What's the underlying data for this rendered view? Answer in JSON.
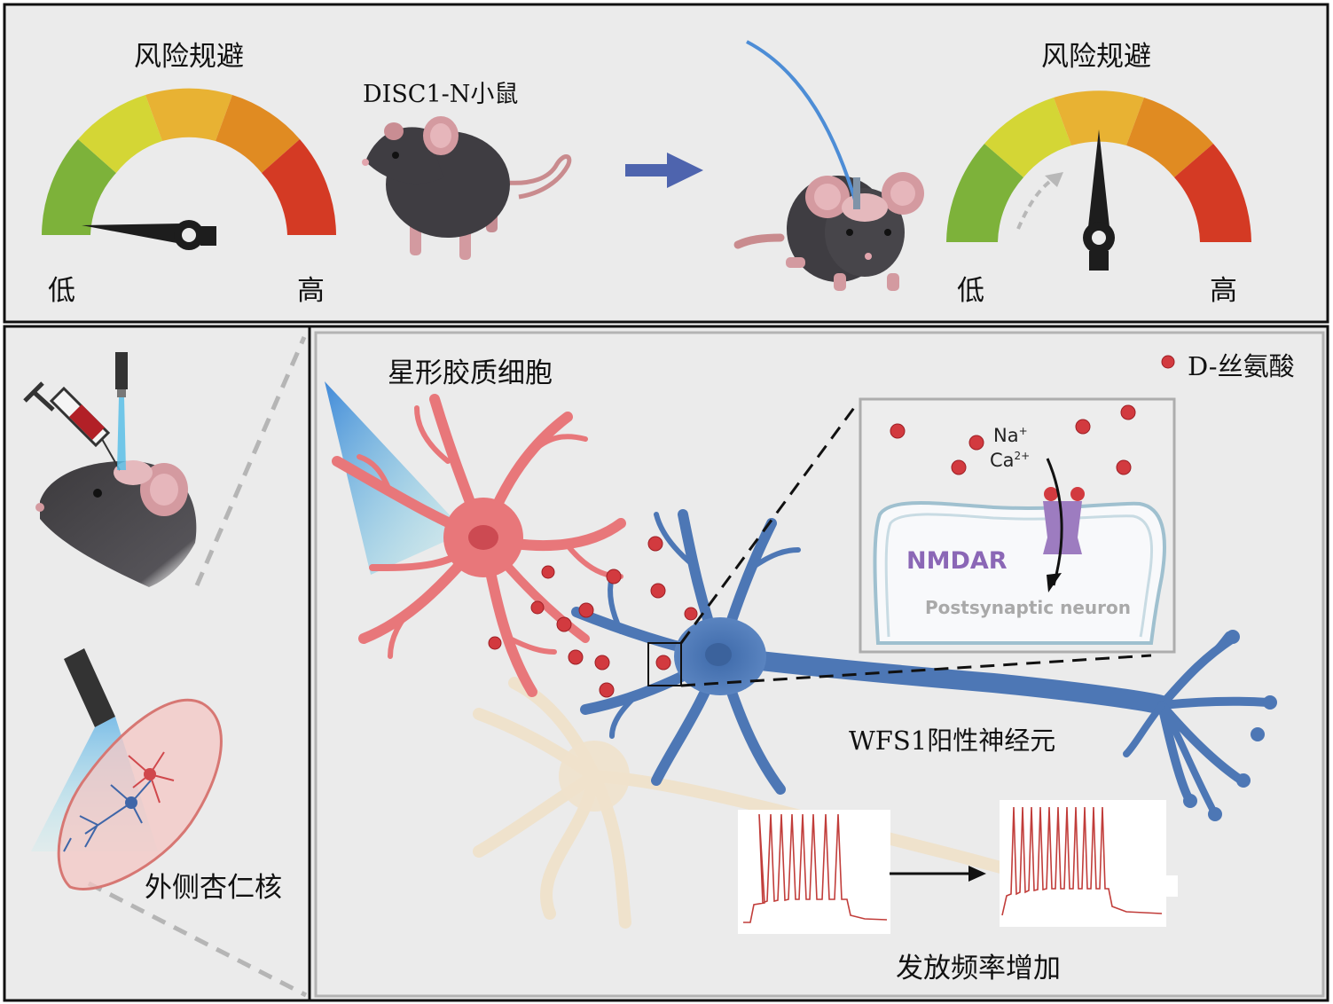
{
  "top_panel": {
    "left_gauge": {
      "title": "风险规避",
      "low_label": "低",
      "high_label": "高",
      "needle_level": 0.02
    },
    "mouse_label": "DISC1-N小鼠",
    "right_gauge": {
      "title": "风险规避",
      "low_label": "低",
      "high_label": "高",
      "needle_level": 0.5
    }
  },
  "bottom_panel": {
    "region_label": "外侧杏仁核",
    "astrocyte_label": "星形胶质细胞",
    "legend": {
      "label": "D-丝氨酸"
    },
    "neuron_label": "WFS1阳性神经元",
    "inset": {
      "na_label": "Na",
      "na_sup": "+",
      "ca_label": "Ca",
      "ca_sup": "2+",
      "receptor_label": "NMDAR",
      "neuron_label": "Postsynaptic neuron"
    },
    "firing_label": "发放频率增加"
  },
  "colors": {
    "panel_bg": "#ebebeb",
    "astrocyte": "#e8777a",
    "neuron": "#4d77b5",
    "d_serine": "#c0282e",
    "nmdar": "#9d7cc0",
    "arrow": "#4e64ae",
    "gauge": [
      "#7db23a",
      "#d4d635",
      "#e8b233",
      "#e08b22",
      "#d43a24"
    ]
  }
}
